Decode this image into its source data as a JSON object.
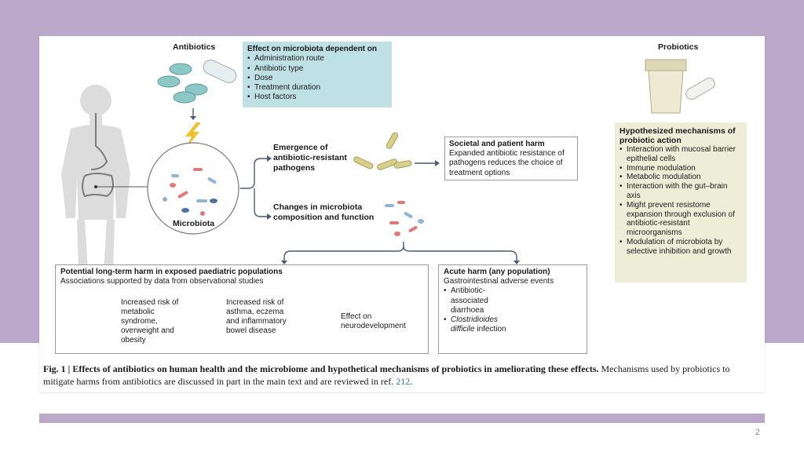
{
  "page_number": "2",
  "labels": {
    "antibiotics": "Antibiotics",
    "probiotics": "Probiotics",
    "microbiota": "Microbiota",
    "emergence": "Emergence of antibiotic-resistant pathogens",
    "changes": "Changes in microbiota composition and function"
  },
  "effect_box": {
    "title": "Effect on microbiota dependent on",
    "items": [
      "Administration route",
      "Antibiotic type",
      "Dose",
      "Treatment duration",
      "Host factors"
    ]
  },
  "societal_box": {
    "title": "Societal and patient harm",
    "body": "Expanded antibiotic resistance of pathogens reduces the choice of treatment options"
  },
  "probiotic_box": {
    "title": "Hypothesized mechanisms of probiotic action",
    "items": [
      "Interaction with mucosal barrier epithelial cells",
      "Immune modulation",
      "Metabolic modulation",
      "Interaction with the gut–brain axis",
      "Might prevent resistome expansion through exclusion of antibiotic-resistant microorganisms",
      "Modulation of microbiota by selective inhibition and growth"
    ]
  },
  "longterm_box": {
    "title": "Potential long-term harm in exposed paediatric populations",
    "subtitle": "Associations supported by data from observational studies",
    "effects": [
      "Increased risk of metabolic syndrome, overweight and obesity",
      "Increased risk of asthma, eczema and inflammatory bowel disease",
      "Effect on neurodevelopment"
    ]
  },
  "acute_box": {
    "title": "Acute harm (any population)",
    "subtitle": "Gastrointestinal adverse events",
    "items": [
      "Antibiotic-associated diarrhoea"
    ],
    "item2_italic": "Clostridioides difficile",
    "item2_rest": " infection"
  },
  "caption": {
    "fig_label": "Fig. 1 | ",
    "title": "Effects of antibiotics on human health and the microbiome and hypothetical mechanisms of probiotics in ameliorating these effects.",
    "body": " Mechanisms used by probiotics to mitigate harms from antibiotics are discussed in part in the main text and are reviewed in ref. ",
    "ref": "212",
    "end": "."
  },
  "colors": {
    "band": "#bca8c9",
    "effect_box": "#bfe0e4",
    "probiotic_box": "#eeedd8",
    "arrow": "#4a5a78",
    "lightning": "#f0c030",
    "pill": "#8cc8c8",
    "human": "#dcdcdc"
  }
}
